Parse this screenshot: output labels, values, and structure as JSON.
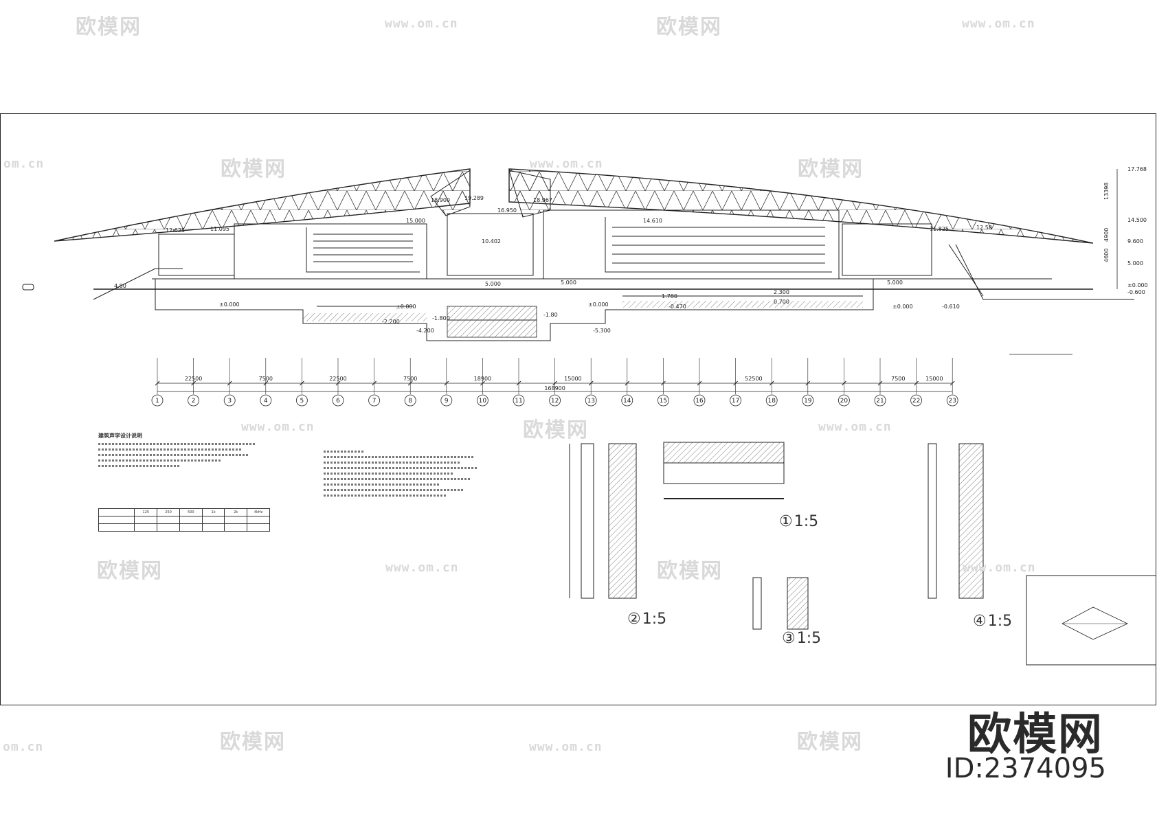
{
  "watermark": {
    "logo_text": "欧模网",
    "url_text": "www.om.cn",
    "url_short": "om.cn"
  },
  "brand": {
    "name": "欧模网",
    "id_label": "ID:2374095"
  },
  "section": {
    "elevations_right": [
      "17.768",
      "14.500",
      "9.600",
      "5.000",
      "±0.000",
      "-0.600"
    ],
    "dims_right": [
      "13398",
      "4900",
      "4600"
    ],
    "labels": [
      {
        "id": "l1",
        "text": "12.625"
      },
      {
        "id": "l2",
        "text": "11.095"
      },
      {
        "id": "l3",
        "text": "18.900"
      },
      {
        "id": "l4",
        "text": "19.289"
      },
      {
        "id": "l5",
        "text": "16.950"
      },
      {
        "id": "l6",
        "text": "18.967"
      },
      {
        "id": "l7",
        "text": "14.610"
      },
      {
        "id": "l8",
        "text": "11.825"
      },
      {
        "id": "l9",
        "text": "12.58"
      },
      {
        "id": "l10",
        "text": "10.402"
      },
      {
        "id": "l11",
        "text": "15.000"
      },
      {
        "id": "l12",
        "text": "5.000"
      },
      {
        "id": "l13",
        "text": "5.000"
      },
      {
        "id": "l14",
        "text": "5.000"
      },
      {
        "id": "l15",
        "text": "±0.000"
      },
      {
        "id": "l16",
        "text": "±0.000"
      },
      {
        "id": "l17",
        "text": "-1.800"
      },
      {
        "id": "l18",
        "text": "-4.200"
      },
      {
        "id": "l19",
        "text": "-5.300"
      },
      {
        "id": "l20",
        "text": "-0.470"
      },
      {
        "id": "l21",
        "text": "1.780"
      },
      {
        "id": "l22",
        "text": "2.300"
      },
      {
        "id": "l23",
        "text": "0.700"
      },
      {
        "id": "l24",
        "text": "4.80"
      },
      {
        "id": "l25",
        "text": "±0.000"
      },
      {
        "id": "l26",
        "text": "-1.80"
      },
      {
        "id": "l27",
        "text": "±0.000"
      },
      {
        "id": "l28",
        "text": "-0.610"
      },
      {
        "id": "l29",
        "text": "-2.200"
      }
    ]
  },
  "axis": {
    "total": "168900",
    "spans": [
      "22500",
      "7500",
      "22500",
      "7500",
      "18900",
      "15000",
      "52500",
      "7500",
      "15000"
    ],
    "grid_labels": [
      "1",
      "2",
      "3",
      "4",
      "5",
      "6",
      "7",
      "8",
      "9",
      "10",
      "11",
      "12",
      "13",
      "14",
      "15",
      "16",
      "17",
      "18",
      "19",
      "20",
      "21",
      "22",
      "23"
    ]
  },
  "details": {
    "scales": [
      {
        "num": "①",
        "scale": "1:5"
      },
      {
        "num": "②",
        "scale": "1:5"
      },
      {
        "num": "③",
        "scale": "1:5"
      },
      {
        "num": "④",
        "scale": "1:5"
      }
    ]
  },
  "notes": {
    "title": "建筑声学设计说明",
    "table_headers": [
      "125",
      "250",
      "500",
      "1k",
      "2k",
      "4kHz"
    ]
  }
}
